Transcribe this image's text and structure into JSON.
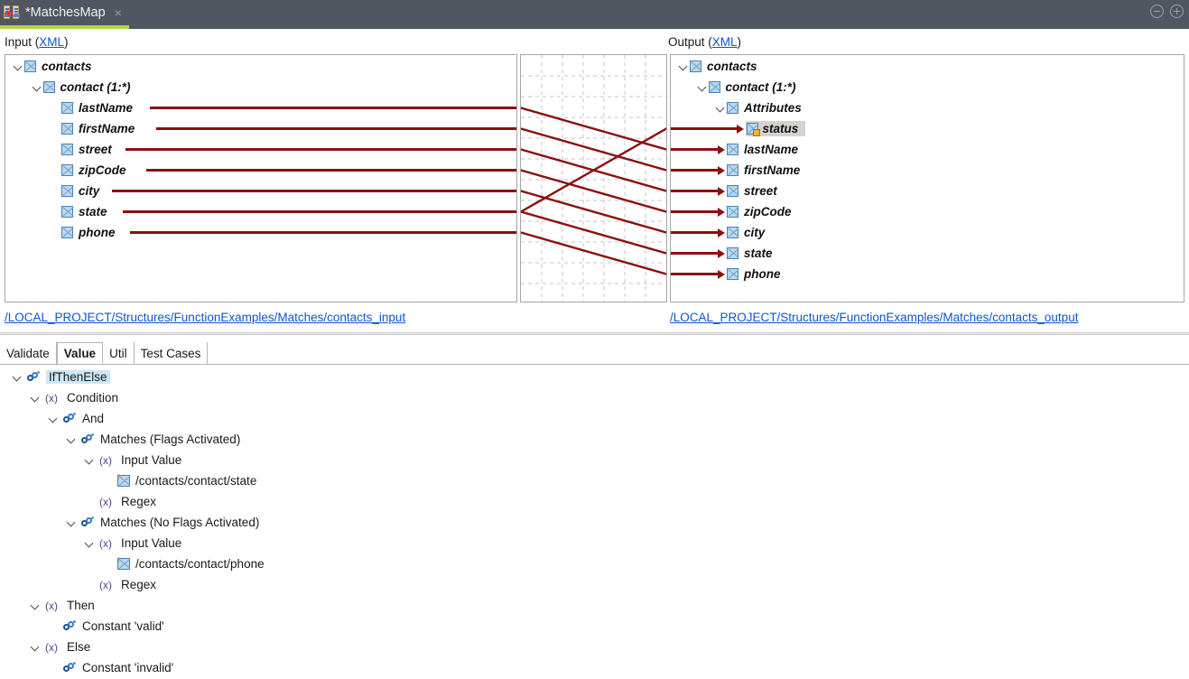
{
  "titlebar": {
    "tab_label": "*MatchesMap",
    "tab_icon": "map-document-arrow-icon",
    "close_label": "×",
    "minimize_name": "minimize-icon",
    "maximize_name": "maximize-icon",
    "accent_color": "#b6d44a",
    "background_color": "#515760"
  },
  "mapping": {
    "input": {
      "label_prefix": "Input (",
      "link_text": "XML",
      "label_suffix": ")",
      "path": "/LOCAL_PROJECT/Structures/FunctionExamples/Matches/contacts_input",
      "nodes": [
        {
          "label": "contacts",
          "depth": 0,
          "expandable": true,
          "icon": "xml-element-icon"
        },
        {
          "label": "contact (1:*)",
          "depth": 1,
          "expandable": true,
          "icon": "xml-element-icon"
        },
        {
          "label": "lastName",
          "depth": 2,
          "expandable": false,
          "icon": "xml-element-icon"
        },
        {
          "label": "firstName",
          "depth": 2,
          "expandable": false,
          "icon": "xml-element-icon"
        },
        {
          "label": "street",
          "depth": 2,
          "expandable": false,
          "icon": "xml-element-icon"
        },
        {
          "label": "zipCode",
          "depth": 2,
          "expandable": false,
          "icon": "xml-element-icon"
        },
        {
          "label": "city",
          "depth": 2,
          "expandable": false,
          "icon": "xml-element-icon"
        },
        {
          "label": "state",
          "depth": 2,
          "expandable": false,
          "icon": "xml-element-icon"
        },
        {
          "label": "phone",
          "depth": 2,
          "expandable": false,
          "icon": "xml-element-icon"
        }
      ]
    },
    "output": {
      "label_prefix": "Output (",
      "link_text": "XML",
      "label_suffix": ")",
      "path": "/LOCAL_PROJECT/Structures/FunctionExamples/Matches/contacts_output",
      "nodes": [
        {
          "label": "contacts",
          "depth": 0,
          "expandable": true,
          "icon": "xml-element-icon",
          "selected": false
        },
        {
          "label": "contact (1:*)",
          "depth": 1,
          "expandable": true,
          "icon": "xml-element-icon",
          "selected": false
        },
        {
          "label": "Attributes",
          "depth": 2,
          "expandable": true,
          "icon": "xml-element-icon",
          "selected": false
        },
        {
          "label": "status",
          "depth": 3,
          "expandable": false,
          "icon": "xml-attribute-icon",
          "selected": true
        },
        {
          "label": "lastName",
          "depth": 2,
          "expandable": false,
          "icon": "xml-element-icon",
          "selected": false
        },
        {
          "label": "firstName",
          "depth": 2,
          "expandable": false,
          "icon": "xml-element-icon",
          "selected": false
        },
        {
          "label": "street",
          "depth": 2,
          "expandable": false,
          "icon": "xml-element-icon",
          "selected": false
        },
        {
          "label": "zipCode",
          "depth": 2,
          "expandable": false,
          "icon": "xml-element-icon",
          "selected": false
        },
        {
          "label": "city",
          "depth": 2,
          "expandable": false,
          "icon": "xml-element-icon",
          "selected": false
        },
        {
          "label": "state",
          "depth": 2,
          "expandable": false,
          "icon": "xml-element-icon",
          "selected": false
        },
        {
          "label": "phone",
          "depth": 2,
          "expandable": false,
          "icon": "xml-element-icon",
          "selected": false
        }
      ]
    },
    "line_color": "#8b0f10",
    "grid_color": "#c4c4c4",
    "connections": [
      {
        "from": "lastName",
        "to": "lastName"
      },
      {
        "from": "firstName",
        "to": "firstName"
      },
      {
        "from": "street",
        "to": "street"
      },
      {
        "from": "zipCode",
        "to": "zipCode"
      },
      {
        "from": "city",
        "to": "city"
      },
      {
        "from": "state",
        "to": "status"
      },
      {
        "from": "state",
        "to": "state"
      },
      {
        "from": "phone",
        "to": "phone"
      }
    ]
  },
  "bottom": {
    "tabs": [
      {
        "label": "Validate",
        "active": false
      },
      {
        "label": "Value",
        "active": true
      },
      {
        "label": "Util",
        "active": false
      },
      {
        "label": "Test Cases",
        "active": false
      }
    ],
    "tree": [
      {
        "label": "IfThenElse",
        "depth": 0,
        "expandable": true,
        "icon": "function-icon",
        "selected": true
      },
      {
        "label": "Condition",
        "depth": 1,
        "expandable": true,
        "icon": "xfunction-icon",
        "selected": false
      },
      {
        "label": "And",
        "depth": 2,
        "expandable": true,
        "icon": "function-icon",
        "selected": false
      },
      {
        "label": "Matches (Flags Activated)",
        "depth": 3,
        "expandable": true,
        "icon": "function-icon",
        "selected": false
      },
      {
        "label": "Input Value",
        "depth": 4,
        "expandable": true,
        "icon": "xfunction-icon",
        "selected": false
      },
      {
        "label": "/contacts/contact/state",
        "depth": 5,
        "expandable": false,
        "icon": "xpath-icon",
        "selected": false
      },
      {
        "label": "Regex",
        "depth": 4,
        "expandable": false,
        "icon": "xfunction-icon",
        "selected": false
      },
      {
        "label": "Matches (No Flags Activated)",
        "depth": 3,
        "expandable": true,
        "icon": "function-icon",
        "selected": false
      },
      {
        "label": "Input Value",
        "depth": 4,
        "expandable": true,
        "icon": "xfunction-icon",
        "selected": false
      },
      {
        "label": "/contacts/contact/phone",
        "depth": 5,
        "expandable": false,
        "icon": "xpath-icon",
        "selected": false
      },
      {
        "label": "Regex",
        "depth": 4,
        "expandable": false,
        "icon": "xfunction-icon",
        "selected": false
      },
      {
        "label": "Then",
        "depth": 1,
        "expandable": true,
        "icon": "xfunction-icon",
        "selected": false
      },
      {
        "label": "Constant 'valid'",
        "depth": 2,
        "expandable": false,
        "icon": "function-icon",
        "selected": false
      },
      {
        "label": "Else",
        "depth": 1,
        "expandable": true,
        "icon": "xfunction-icon",
        "selected": false
      },
      {
        "label": "Constant 'invalid'",
        "depth": 2,
        "expandable": false,
        "icon": "function-icon",
        "selected": false
      }
    ],
    "xfunction_glyph": "(x)"
  }
}
